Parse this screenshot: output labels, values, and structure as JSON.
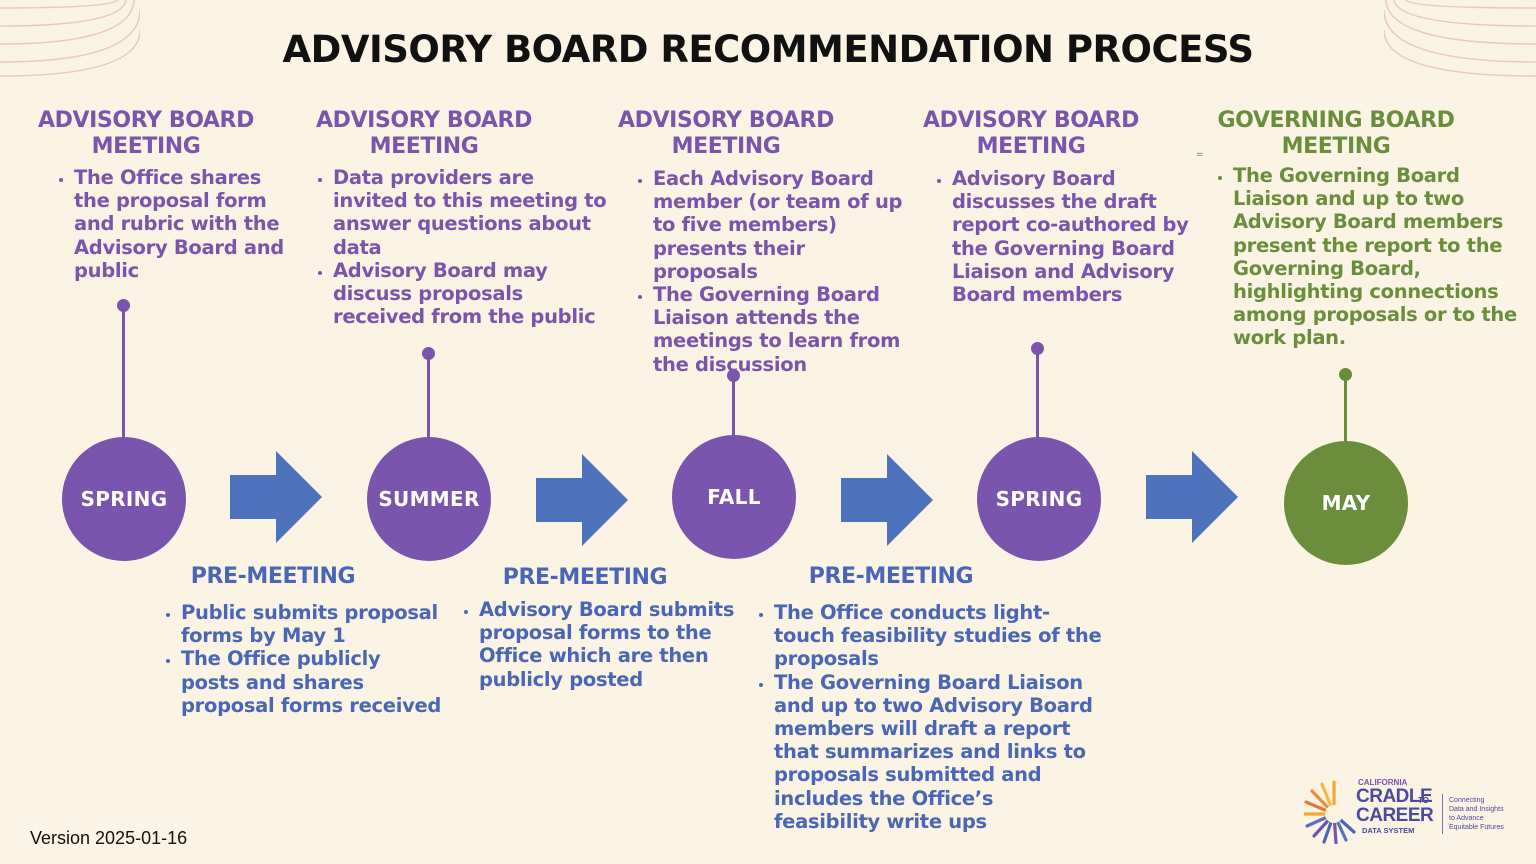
{
  "title": "ADVISORY BOARD RECOMMENDATION PROCESS",
  "colors": {
    "background": "#fbf4e4",
    "purple": "#7a54ad",
    "green": "#6a8e3c",
    "blue": "#4a66b6",
    "arrow": "#4f72bd"
  },
  "stages": [
    {
      "heading_line1": "ADVISORY BOARD",
      "heading_line2": "MEETING",
      "bullets": [
        "The Office shares the proposal form and rubric with the Advisory Board and public"
      ],
      "season": "SPRING"
    },
    {
      "heading_line1": "ADVISORY BOARD",
      "heading_line2": "MEETING",
      "bullets": [
        "Data providers are invited to this meeting to answer questions about data",
        "Advisory Board may discuss proposals received from the public"
      ],
      "season": "SUMMER"
    },
    {
      "heading_line1": "ADVISORY BOARD",
      "heading_line2": "MEETING",
      "bullets": [
        "Each Advisory Board member (or team of up to five members) presents their proposals",
        "The Governing Board Liaison attends the meetings to learn from the discussion"
      ],
      "season": "FALL"
    },
    {
      "heading_line1": "ADVISORY BOARD",
      "heading_line2": "MEETING",
      "bullets": [
        "Advisory Board discusses the draft report co-authored by the Governing Board Liaison and Advisory Board members"
      ],
      "season": "SPRING"
    },
    {
      "heading_line1": "GOVERNING BOARD",
      "heading_line2": "MEETING",
      "bullets": [
        "The Governing Board Liaison and up to two Advisory Board members present the report to the Governing Board, highlighting connections among proposals or to the work plan."
      ],
      "season": "MAY"
    }
  ],
  "pre_meetings": [
    {
      "heading": "PRE-MEETING",
      "bullets": [
        "Public submits proposal forms by May 1",
        "The Office publicly posts and shares proposal forms received"
      ]
    },
    {
      "heading": "PRE-MEETING",
      "bullets": [
        "Advisory Board submits proposal forms to the Office which are then publicly posted"
      ]
    },
    {
      "heading": "PRE-MEETING",
      "bullets": [
        "The Office conducts light-touch feasibility studies of the proposals",
        "The Governing Board Liaison and up to two Advisory Board members will draft a report that summarizes and links to proposals submitted and includes the Office’s feasibility write ups"
      ]
    }
  ],
  "version": "Version 2025-01-16",
  "tiny_mark": "=",
  "logo": {
    "top_text": "CALIFORNIA",
    "line1": "CRADLE",
    "to": "TO",
    "line2": "CAREER",
    "sub": "DATA SYSTEM",
    "tagline": [
      "Connecting",
      "Data and Insights",
      "to Advance",
      "Equitable Futures"
    ]
  }
}
